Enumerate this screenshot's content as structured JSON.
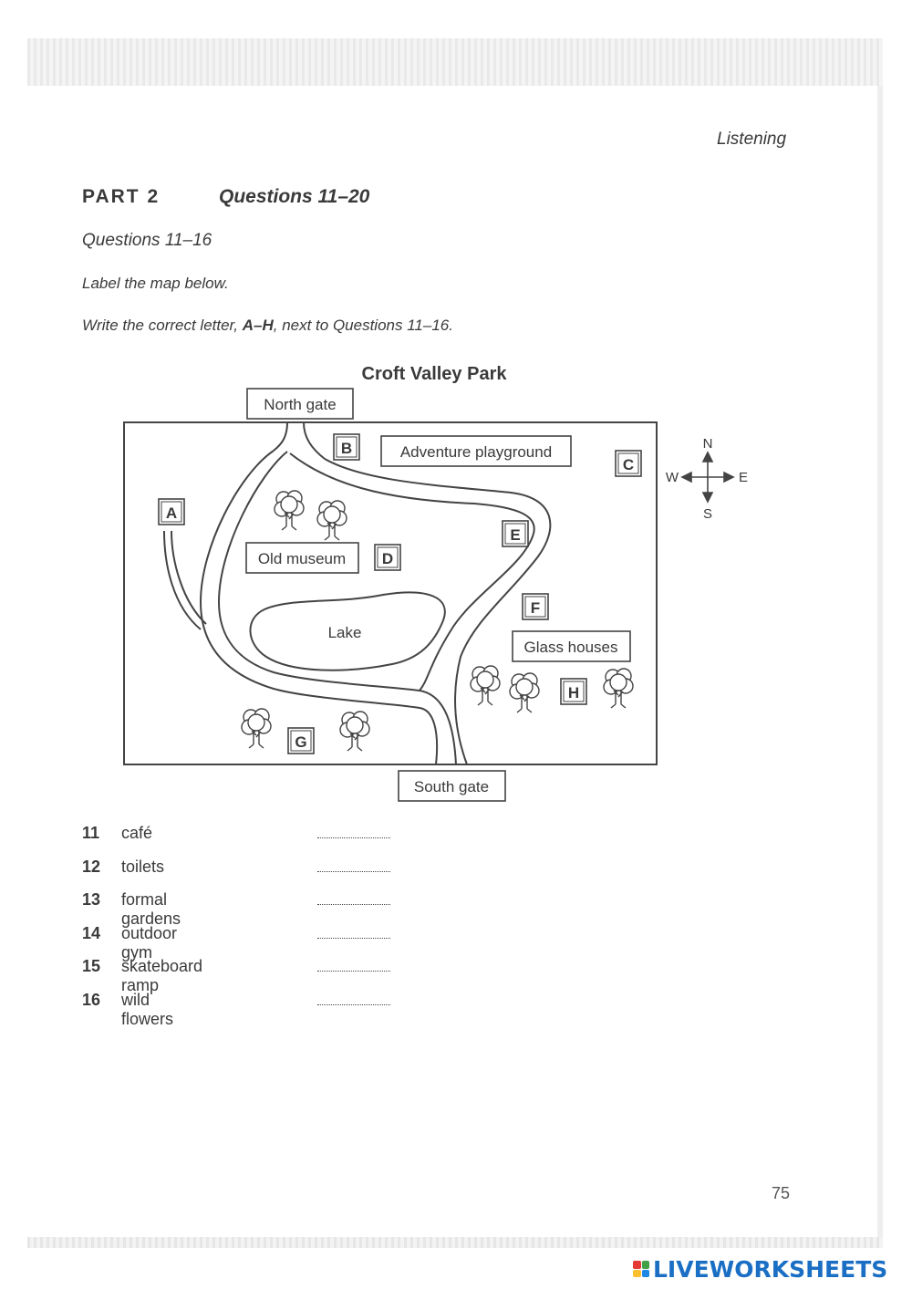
{
  "header": {
    "running_head": "Listening",
    "part_label": "PART 2",
    "part_questions": "Questions 11–20",
    "subheading": "Questions 11–16",
    "instruction_1": "Label the map below.",
    "instruction_2_pre": "Write the correct letter, ",
    "instruction_2_bold": "A–H",
    "instruction_2_post": ", next to Questions 11–16."
  },
  "map": {
    "title": "Croft Valley Park",
    "places": {
      "north_gate": "North gate",
      "south_gate": "South gate",
      "adventure_playground": "Adventure playground",
      "old_museum": "Old museum",
      "lake": "Lake",
      "glass_houses": "Glass houses"
    },
    "letters": [
      "A",
      "B",
      "C",
      "D",
      "E",
      "F",
      "G",
      "H"
    ],
    "compass": {
      "n": "N",
      "s": "S",
      "e": "E",
      "w": "W"
    }
  },
  "questions": [
    {
      "num": "11",
      "text": "café",
      "blank": "......................"
    },
    {
      "num": "12",
      "text": "toilets",
      "blank": "......................"
    },
    {
      "num": "13",
      "text": "formal gardens",
      "blank": "......................"
    },
    {
      "num": "14",
      "text": "outdoor gym",
      "blank": "......................"
    },
    {
      "num": "15",
      "text": "skateboard ramp",
      "blank": "......................"
    },
    {
      "num": "16",
      "text": "wild flowers",
      "blank": "......................"
    }
  ],
  "footer": {
    "page_number": "75",
    "brand": "LIVEWORKSHEETS"
  },
  "colors": {
    "ink": "#3a3a3a",
    "brand_blue": "#1a6fc4"
  }
}
